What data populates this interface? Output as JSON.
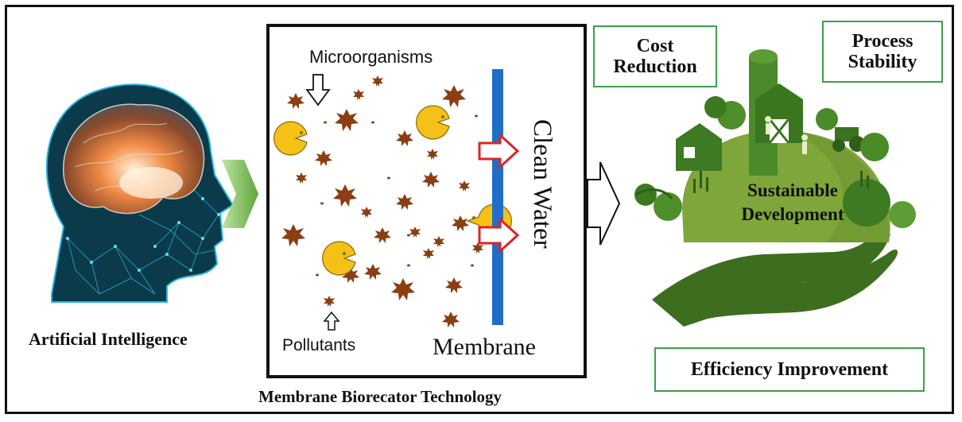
{
  "colors": {
    "pollutant": "#8b3e12",
    "microorganism": "#f5c117",
    "membrane": "#1f6fc8",
    "flow_arrow": "#d9252a",
    "box_border": "#3aa04a",
    "earth_green": "#7fa63a",
    "hand_green": "#3d6e1f",
    "brain_orange": "#e0743a",
    "network_cyan": "#27b7dd"
  },
  "icons": {
    "ai_head": "ai-head-icon",
    "transition_arrow": "green-chevron-icon",
    "outcome_arrow": "outline-arrow-icon",
    "sustainability": "earth-in-hand-icon"
  },
  "ai": {
    "label": "Artificial Intelligence"
  },
  "mbr": {
    "title": "Membrane Biorecator Technology",
    "microorganisms_label": "Microorganisms",
    "pollutants_label": "Pollutants",
    "membrane_label": "Membrane",
    "clean_water_label": "Clean Water"
  },
  "benefits": {
    "cost_reduction": [
      "Cost",
      "Reduction"
    ],
    "process_stability": [
      "Process",
      "Stability"
    ],
    "sustainable_development": [
      "Sustainable",
      "Development"
    ],
    "efficiency_improvement": "Efficiency Improvement"
  }
}
